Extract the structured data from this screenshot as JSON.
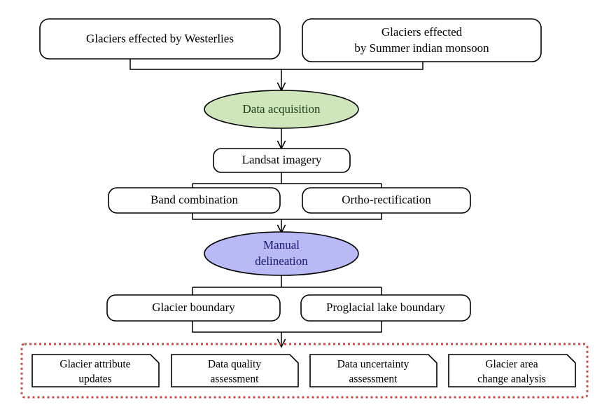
{
  "diagram": {
    "title": "Glacier mapping workflow flowchart",
    "colors": {
      "green_fill": "#cfe5bc",
      "green_text": "#1f3d14",
      "purple_fill": "#b9b9f5",
      "purple_text": "#16166b",
      "line": "#000000",
      "group_border": "#c0504d",
      "node_fill": "#ffffff",
      "node_text": "#000000"
    },
    "inputs": [
      {
        "id": "westerlies",
        "label": "Glaciers effected by Westerlies"
      },
      {
        "id": "monsoon",
        "label_line1": "Glaciers effected",
        "label_line2": "by Summer indian monsoon"
      }
    ],
    "stages": {
      "data_acquisition": "Data acquisition",
      "landsat": "Landsat imagery",
      "band_combination": "Band combination",
      "ortho_rectification": "Ortho-rectification",
      "manual_delineation_line1": "Manual",
      "manual_delineation_line2": "delineation",
      "glacier_boundary": "Glacier boundary",
      "proglacial_lake_boundary": "Proglacial lake boundary"
    },
    "outputs": [
      {
        "id": "glacier-attribute-updates",
        "line1": "Glacier attribute",
        "line2": "updates"
      },
      {
        "id": "data-quality-assessment",
        "line1": "Data quality",
        "line2": "assessment"
      },
      {
        "id": "data-uncertainty-assessment",
        "line1": "Data uncertainty",
        "line2": "assessment"
      },
      {
        "id": "glacier-area-change-analysis",
        "line1": "Glacier area",
        "line2": "change analysis"
      }
    ]
  },
  "chart_data": {
    "type": "diagram",
    "title": "Glacier mapping workflow flowchart",
    "nodes": [
      {
        "id": "westerlies",
        "shape": "rounded-rect",
        "text": "Glaciers effected by Westerlies",
        "level": 0
      },
      {
        "id": "monsoon",
        "shape": "rounded-rect",
        "text": "Glaciers effected by Summer indian monsoon",
        "level": 0
      },
      {
        "id": "data-acquisition",
        "shape": "ellipse",
        "text": "Data acquisition",
        "level": 1,
        "fill": "#cfe5bc"
      },
      {
        "id": "landsat-imagery",
        "shape": "rounded-rect",
        "text": "Landsat imagery",
        "level": 2
      },
      {
        "id": "band-combination",
        "shape": "rounded-rect",
        "text": "Band combination",
        "level": 3
      },
      {
        "id": "ortho-rectification",
        "shape": "rounded-rect",
        "text": "Ortho-rectification",
        "level": 3
      },
      {
        "id": "manual-delineation",
        "shape": "ellipse",
        "text": "Manual delineation",
        "level": 4,
        "fill": "#b9b9f5"
      },
      {
        "id": "glacier-boundary",
        "shape": "rounded-rect",
        "text": "Glacier boundary",
        "level": 5
      },
      {
        "id": "proglacial-lake-boundary",
        "shape": "rounded-rect",
        "text": "Proglacial lake boundary",
        "level": 5
      },
      {
        "id": "glacier-attribute-updates",
        "shape": "folded-rect",
        "text": "Glacier attribute updates",
        "level": 6
      },
      {
        "id": "data-quality-assessment",
        "shape": "folded-rect",
        "text": "Data quality assessment",
        "level": 6
      },
      {
        "id": "data-uncertainty-assessment",
        "shape": "folded-rect",
        "text": "Data uncertainty assessment",
        "level": 6
      },
      {
        "id": "glacier-area-change-analysis",
        "shape": "folded-rect",
        "text": "Glacier area change analysis",
        "level": 6
      }
    ],
    "edges": [
      {
        "from": "westerlies",
        "to": "data-acquisition",
        "style": "elbow-merge",
        "arrow": true
      },
      {
        "from": "monsoon",
        "to": "data-acquisition",
        "style": "elbow-merge",
        "arrow": true
      },
      {
        "from": "data-acquisition",
        "to": "landsat-imagery",
        "style": "straight",
        "arrow": true
      },
      {
        "from": "landsat-imagery",
        "to": "band-combination",
        "style": "elbow-split",
        "arrow": false
      },
      {
        "from": "landsat-imagery",
        "to": "ortho-rectification",
        "style": "elbow-split",
        "arrow": false
      },
      {
        "from": "band-combination",
        "to": "manual-delineation",
        "style": "elbow-merge",
        "arrow": true
      },
      {
        "from": "ortho-rectification",
        "to": "manual-delineation",
        "style": "elbow-merge",
        "arrow": true
      },
      {
        "from": "manual-delineation",
        "to": "glacier-boundary",
        "style": "elbow-split",
        "arrow": false
      },
      {
        "from": "manual-delineation",
        "to": "proglacial-lake-boundary",
        "style": "elbow-split",
        "arrow": false
      },
      {
        "from": "glacier-boundary",
        "to": "outputs-group",
        "style": "elbow-merge",
        "arrow": true
      },
      {
        "from": "proglacial-lake-boundary",
        "to": "outputs-group",
        "style": "elbow-merge",
        "arrow": true
      }
    ],
    "groups": [
      {
        "id": "outputs-group",
        "border": "dashed",
        "color": "#c0504d",
        "members": [
          "glacier-attribute-updates",
          "data-quality-assessment",
          "data-uncertainty-assessment",
          "glacier-area-change-analysis"
        ]
      }
    ]
  }
}
